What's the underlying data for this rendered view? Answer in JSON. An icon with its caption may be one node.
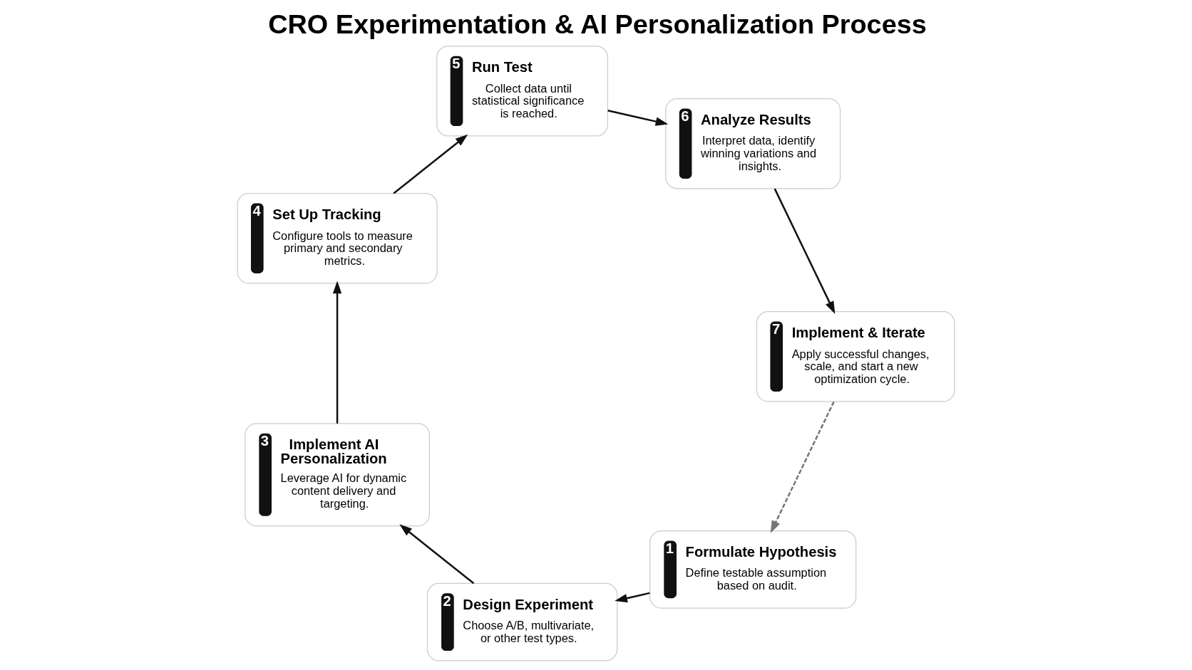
{
  "diagram": {
    "title": "CRO Experimentation & AI Personalization Process",
    "nodes": [
      {
        "text": [
          "1",
          "Formulate Hypothesis",
          "Define testable assumption based on audit."
        ]
      },
      {
        "text": [
          "2",
          "Design Experiment",
          "Choose A/B, multivariate, or other test types."
        ]
      },
      {
        "text": [
          "3",
          "Implement AI Personalization",
          "Leverage AI for dynamic content delivery and targeting."
        ]
      },
      {
        "text": [
          "4",
          "Set Up Tracking",
          "Configure tools to measure primary and secondary metrics."
        ]
      },
      {
        "text": [
          "5",
          "Run Test",
          "Collect data until statistical significance is reached."
        ]
      },
      {
        "text": [
          "6",
          "Analyze Results",
          "Interpret data, identify winning variations and insights."
        ]
      },
      {
        "text": [
          "7",
          "Implement & Iterate",
          "Apply successful changes, scale, and start a new optimization cycle."
        ]
      }
    ],
    "edges": [
      {
        "from": 0,
        "to": 1,
        "arrow": "to"
      },
      {
        "from": 1,
        "to": 2,
        "arrow": "to"
      },
      {
        "from": 2,
        "to": 3,
        "arrow": "to"
      },
      {
        "from": 3,
        "to": 4,
        "arrow": "to"
      },
      {
        "from": 4,
        "to": 5,
        "arrow": "to"
      },
      {
        "from": 5,
        "to": 6,
        "arrow": "to"
      },
      {
        "from": 6,
        "to": 0,
        "arrow": "to",
        "style": "dashed",
        "color": "#777777"
      }
    ]
  }
}
